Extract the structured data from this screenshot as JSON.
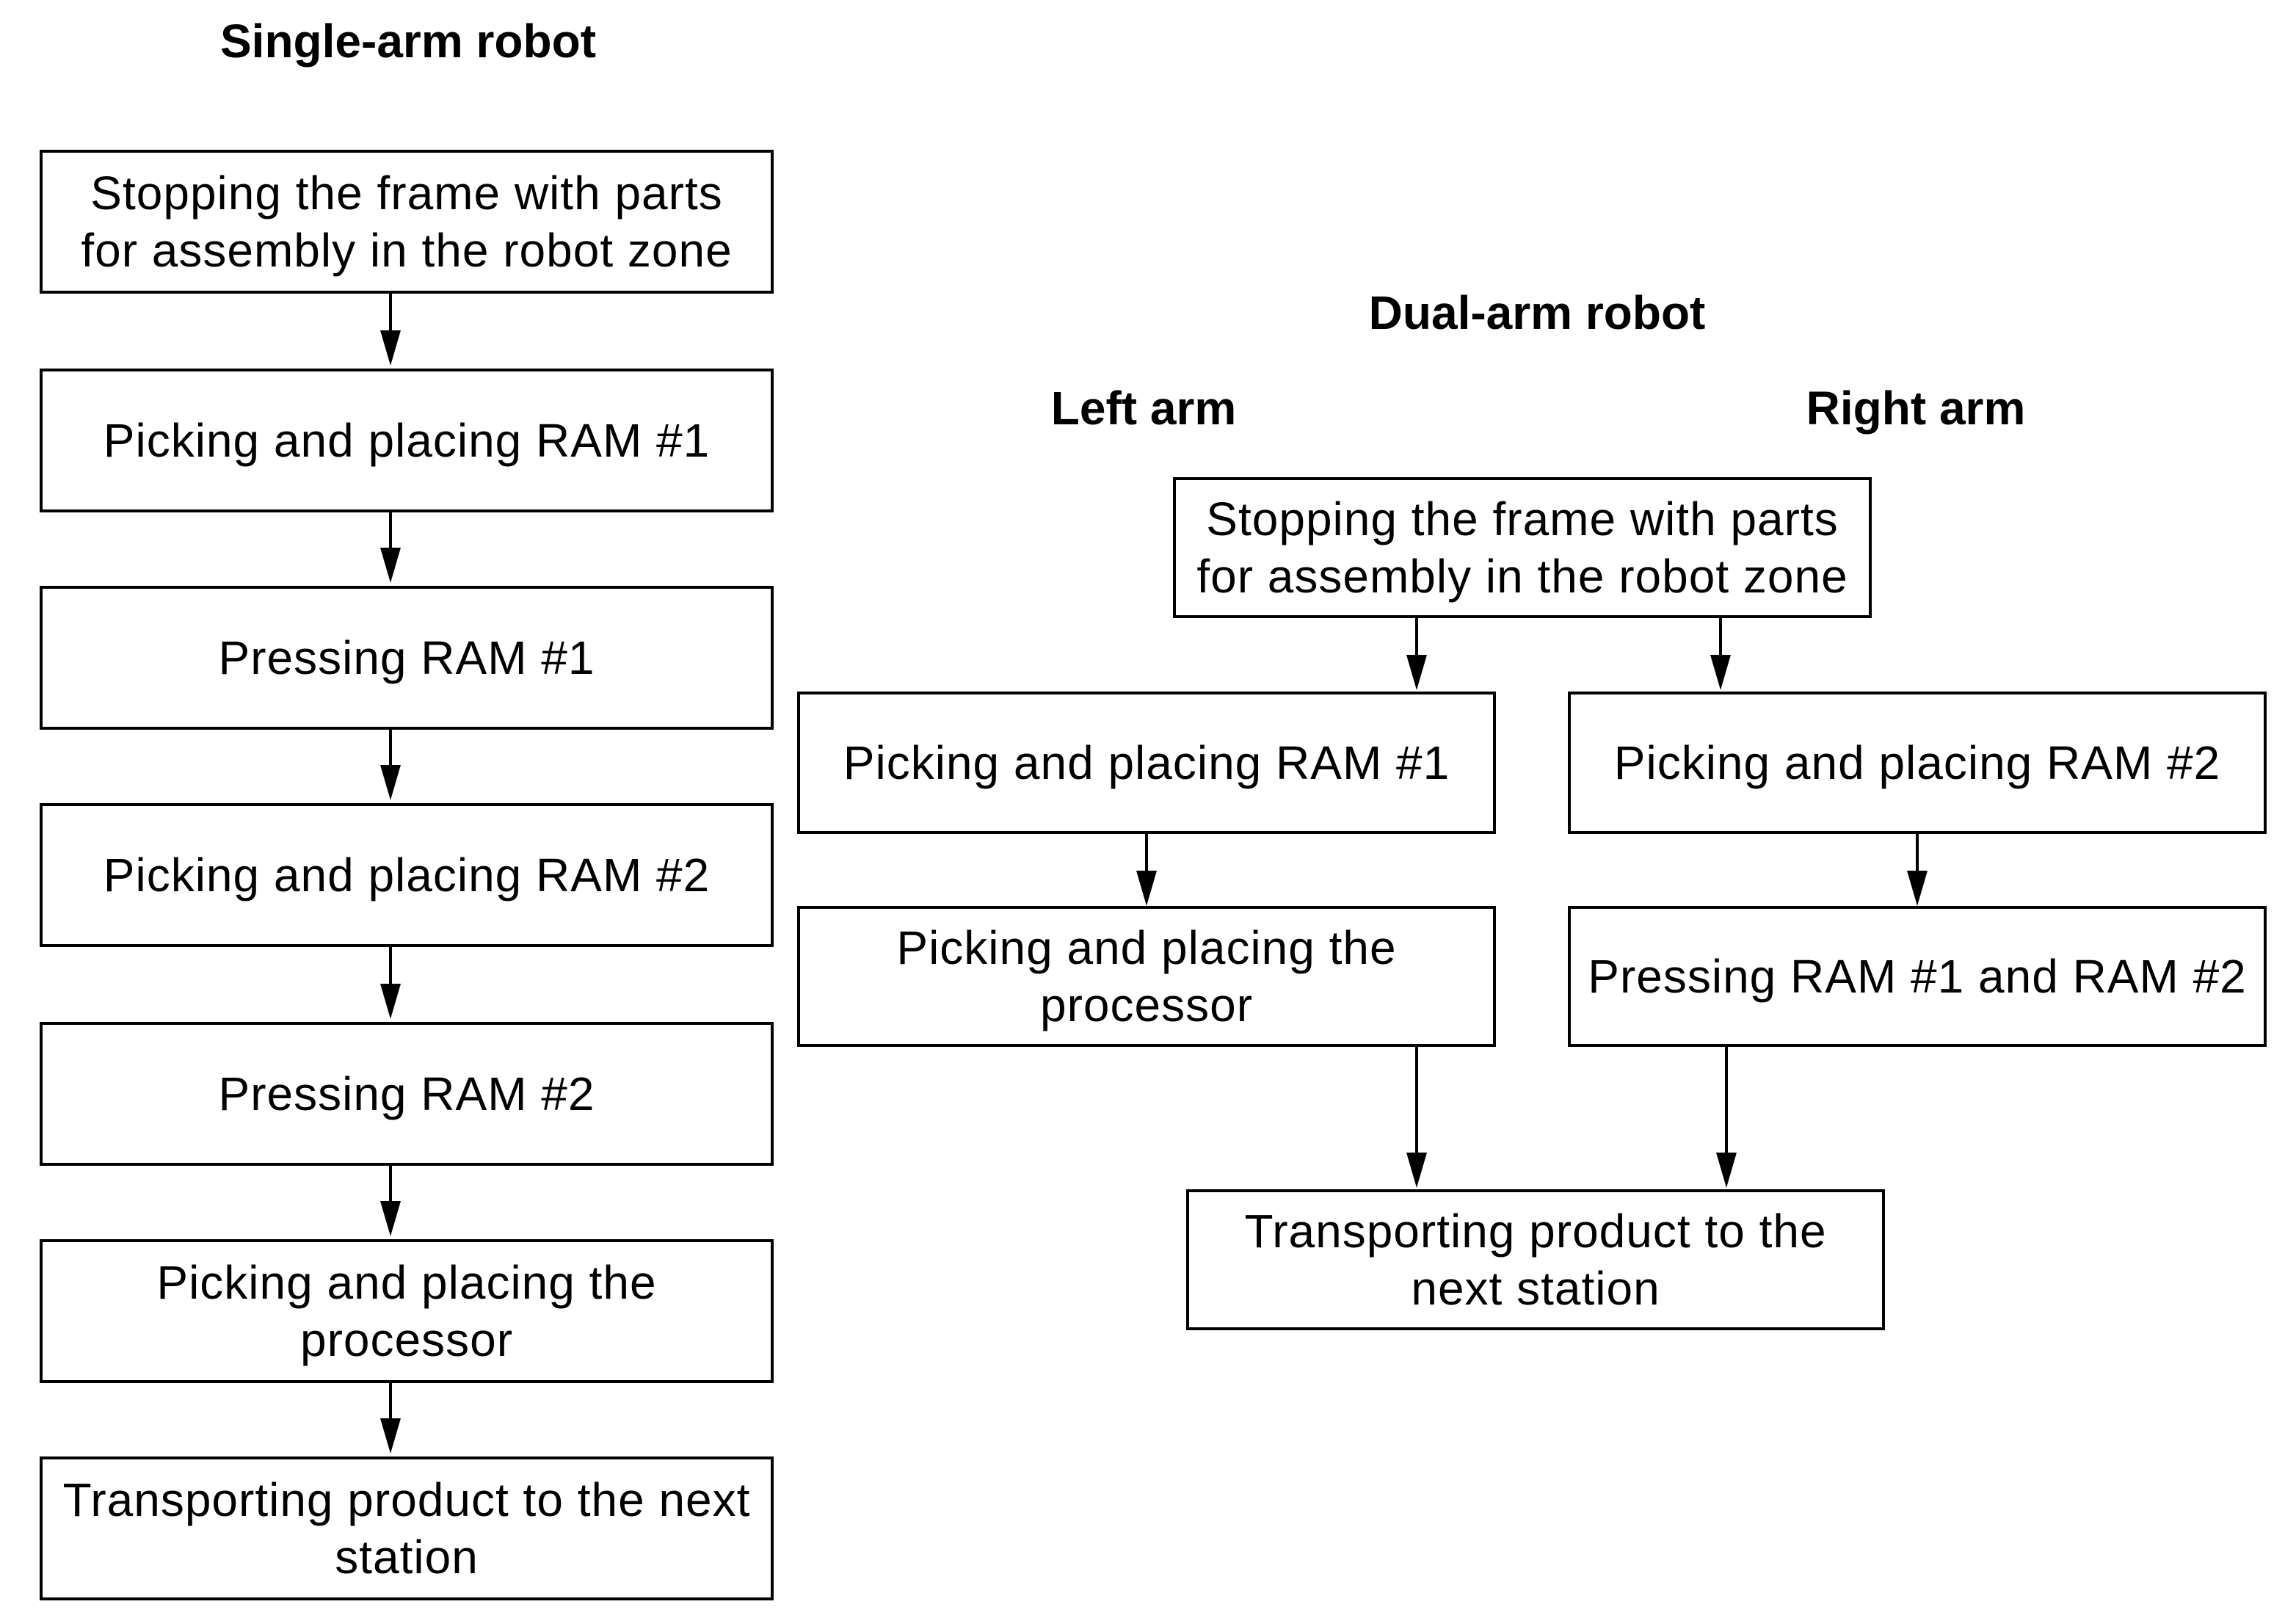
{
  "single_arm": {
    "title": "Single-arm robot",
    "steps": [
      "Stopping the frame with parts for assembly in the robot zone",
      "Picking and placing RAM #1",
      "Pressing RAM #1",
      "Picking and placing RAM #2",
      "Pressing RAM #2",
      "Picking and placing the processor",
      "Transporting product to the next station"
    ]
  },
  "dual_arm": {
    "title": "Dual-arm robot",
    "left_arm_label": "Left arm",
    "right_arm_label": "Right arm",
    "start_step": "Stopping the frame with parts for assembly in the robot zone",
    "left_steps": [
      "Picking and placing RAM #1",
      "Picking and placing the processor"
    ],
    "right_steps": [
      "Picking and placing RAM #2",
      "Pressing RAM #1 and RAM #2"
    ],
    "end_step": "Transporting product to the next station"
  }
}
